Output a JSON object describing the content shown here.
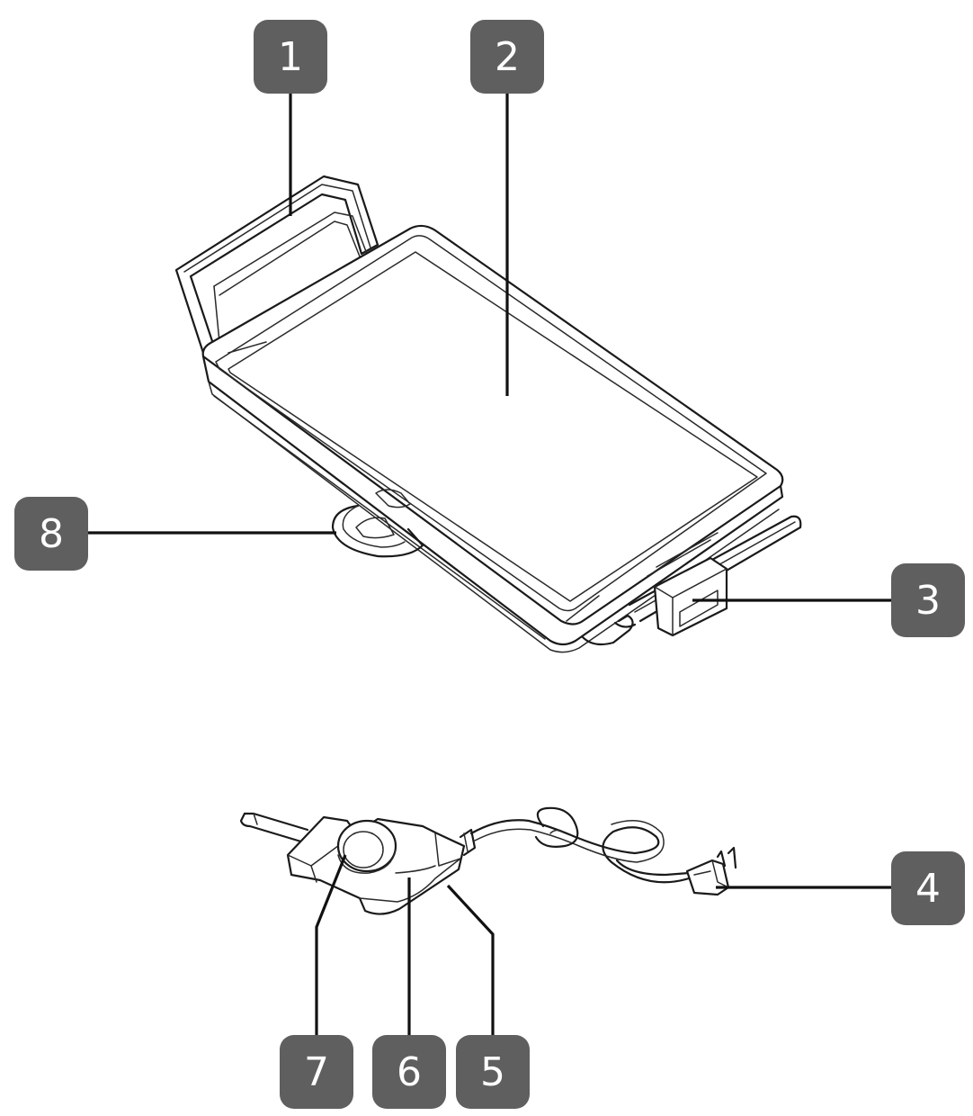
{
  "colors": {
    "badge": "#5f5f5f",
    "line": "#111111",
    "ink": "#1a1a1a",
    "background": "#ffffff"
  },
  "callouts": [
    {
      "id": "part-1",
      "label": "1"
    },
    {
      "id": "part-2",
      "label": "2"
    },
    {
      "id": "part-3",
      "label": "3"
    },
    {
      "id": "part-4",
      "label": "4"
    },
    {
      "id": "part-5",
      "label": "5"
    },
    {
      "id": "part-6",
      "label": "6"
    },
    {
      "id": "part-7",
      "label": "7"
    },
    {
      "id": "part-8",
      "label": "8"
    }
  ]
}
